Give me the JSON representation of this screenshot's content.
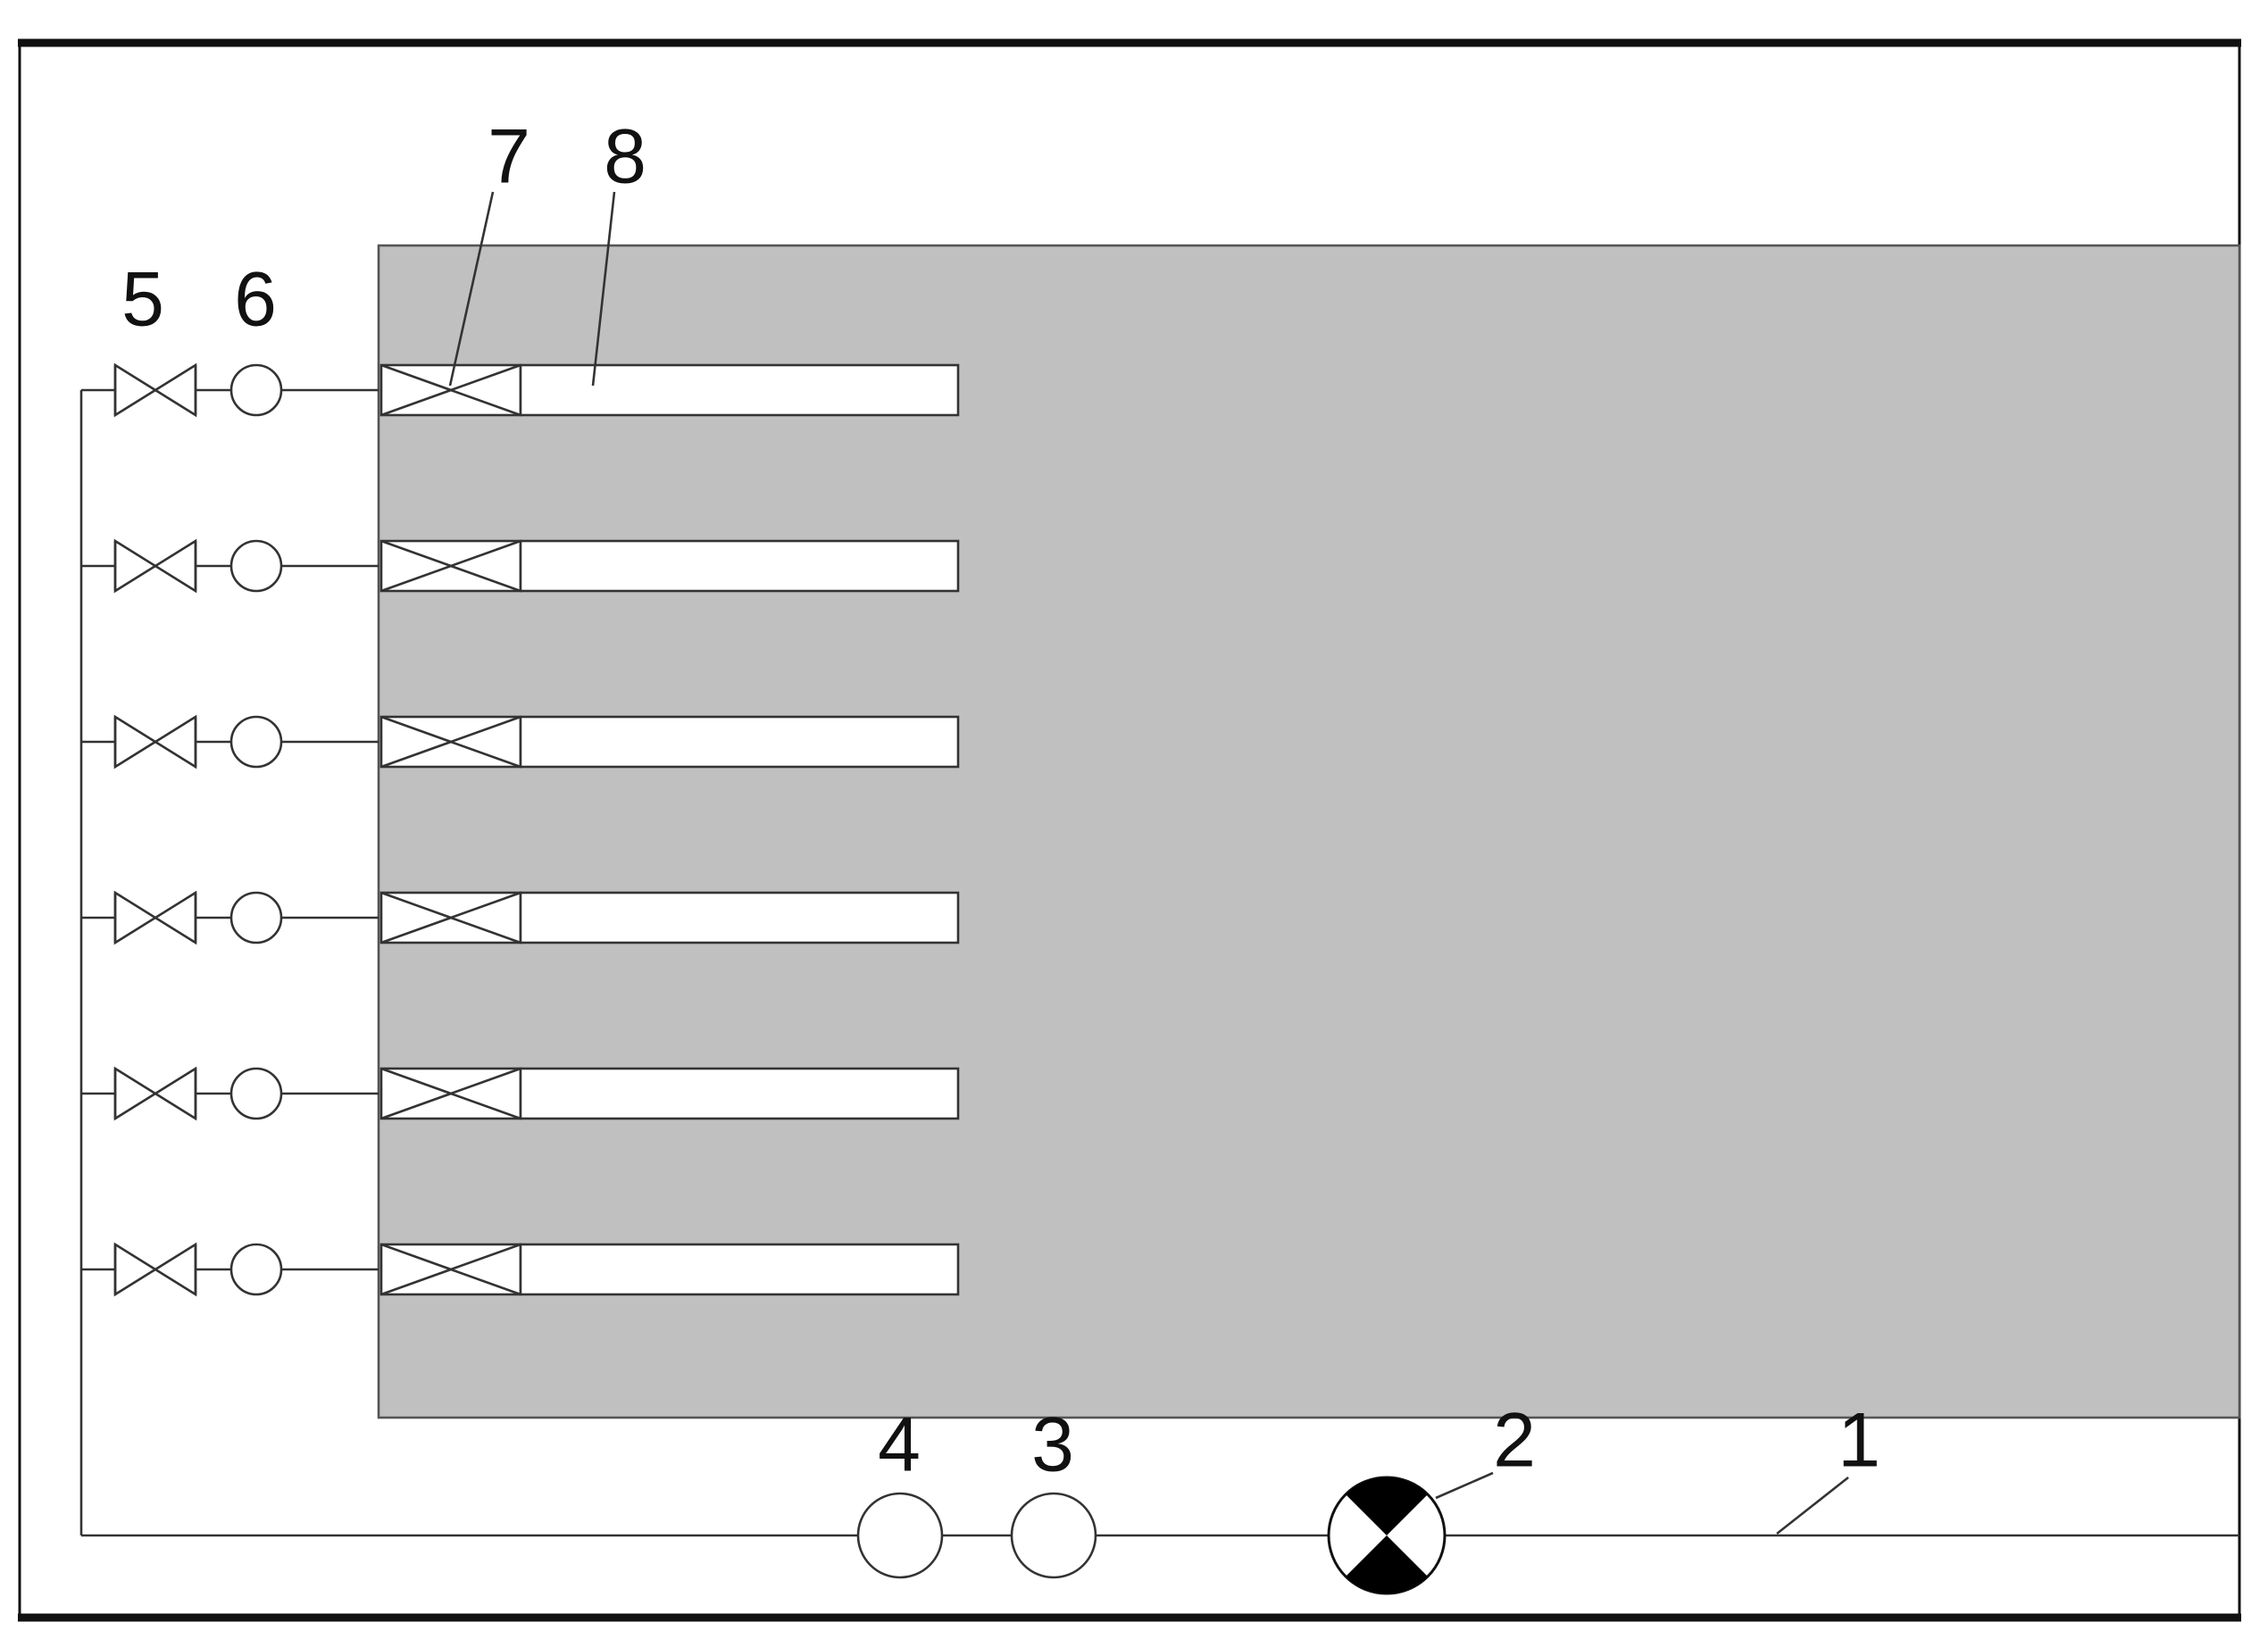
{
  "labels": {
    "l1": "1",
    "l2": "2",
    "l3": "3",
    "l4": "4",
    "l5": "5",
    "l6": "6",
    "l7": "7",
    "l8": "8"
  },
  "colors": {
    "background": "#ffffff",
    "block": "#c0c0c0",
    "line": "#333333",
    "frame": "#111111"
  },
  "branch_count": 6
}
